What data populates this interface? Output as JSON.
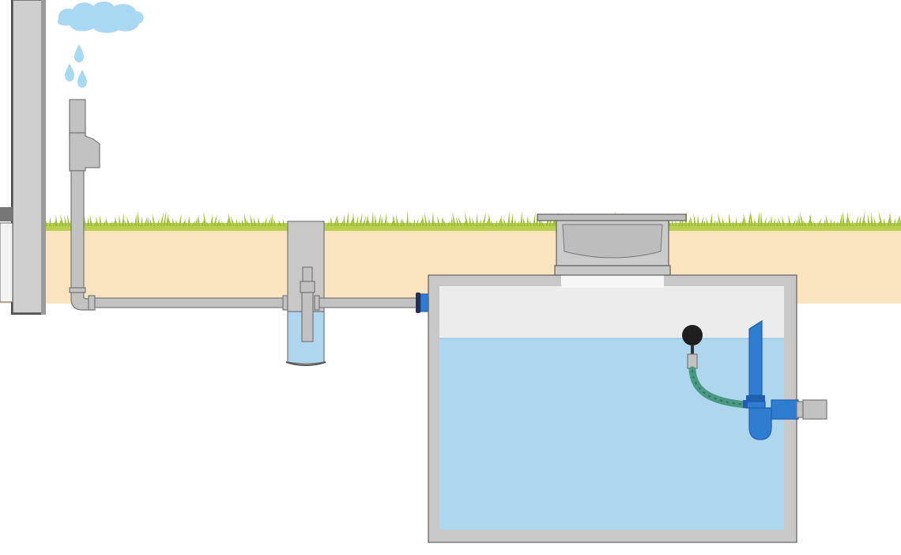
{
  "diagram": {
    "labels": [],
    "colors": {
      "soil": "#f9e4bd",
      "grass": "#b8cf4f",
      "grass_dark": "#9fbf3a",
      "water": "#aed6ef",
      "water_pale": "#d6ebf7",
      "tank_wall": "#c8c8c8",
      "tank_outline": "#5f5f5f",
      "tank_air": "#ececec",
      "pipe": "#c2c2c2",
      "pipe_outline": "#777777",
      "blue_fitting": "#2e7dd1",
      "blue_dark": "#1f5fae",
      "hose": "#4a9a82",
      "float_ball": "#1e1e1e",
      "cloud": "#a9d8f3",
      "drop": "#a9d8f3",
      "wall": "#cfcfcf"
    },
    "components": [
      "building-wall",
      "rain-cloud",
      "rain-drops",
      "downpipe",
      "inline-rain-diverter",
      "underground-inlet-pipe",
      "filter-chamber",
      "filter-insert",
      "storage-tank",
      "manhole-cover",
      "tank-water",
      "floating-suction-filter",
      "suction-hose",
      "overflow-siphon",
      "overflow-outlet-pipe"
    ]
  }
}
